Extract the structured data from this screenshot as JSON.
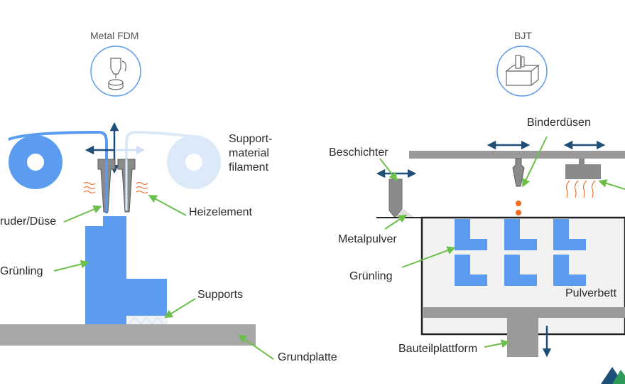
{
  "left": {
    "title": "Metal FDM",
    "labels": {
      "support_filament": "Support-\nmaterial\nfilament",
      "support_line1": "Support-",
      "support_line2": "material",
      "support_line3": "filament",
      "nozzle": "ruder/Düse",
      "heater": "Heizelement",
      "green_part": "Grünling",
      "supports": "Supports",
      "base_plate": "Grundplatte"
    }
  },
  "right": {
    "title": "BJT",
    "labels": {
      "binder_nozzles": "Binderdüsen",
      "coater": "Beschichter",
      "metal_powder": "Metalpulver",
      "green_part": "Grünling",
      "powder_bed": "Pulverbett",
      "build_platform": "Bauteilplattform"
    }
  },
  "colors": {
    "part_blue": "#5b9cf0",
    "filament_light": "#dce9f8",
    "dark_arrow": "#1f4e79",
    "gray": "#9a9a9a",
    "nozzle_gray": "#7b7b7b",
    "leader_green": "#6cbf4a",
    "heat_orange": "#f07a3c",
    "droplet": "#f06a1f",
    "icon_circle": "#5b9cf0"
  },
  "icons": [
    "fdm-process-icon",
    "bjt-process-icon",
    "company-logo-icon"
  ]
}
